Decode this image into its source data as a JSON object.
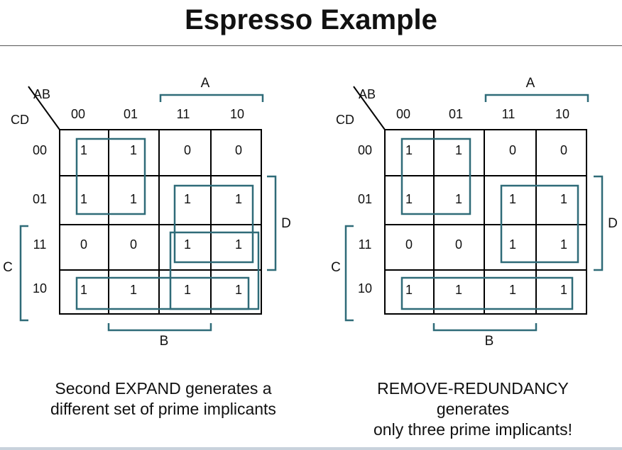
{
  "title": "Espresso Example",
  "colors": {
    "implicant": "#2f6b78",
    "grid": "#000000"
  },
  "maps": [
    {
      "var_row_header": "AB",
      "var_col_header": "CD",
      "col_labels": [
        "00",
        "01",
        "11",
        "10"
      ],
      "row_labels": [
        "00",
        "01",
        "11",
        "10"
      ],
      "bracket_A": "A",
      "bracket_B": "B",
      "bracket_C": "C",
      "bracket_D": "D",
      "cells": [
        [
          "1",
          "1",
          "0",
          "0"
        ],
        [
          "1",
          "1",
          "1",
          "1"
        ],
        [
          "0",
          "0",
          "1",
          "1"
        ],
        [
          "1",
          "1",
          "1",
          "1"
        ]
      ],
      "caption_lines": [
        "Second EXPAND generates a",
        "different set of prime implicants"
      ]
    },
    {
      "var_row_header": "AB",
      "var_col_header": "CD",
      "col_labels": [
        "00",
        "01",
        "11",
        "10"
      ],
      "row_labels": [
        "00",
        "01",
        "11",
        "10"
      ],
      "bracket_A": "A",
      "bracket_B": "B",
      "bracket_C": "C",
      "bracket_D": "D",
      "cells": [
        [
          "1",
          "1",
          "0",
          "0"
        ],
        [
          "1",
          "1",
          "1",
          "1"
        ],
        [
          "0",
          "0",
          "1",
          "1"
        ],
        [
          "1",
          "1",
          "1",
          "1"
        ]
      ],
      "caption_lines": [
        "REMOVE-REDUNDANCY",
        "generates",
        "only three prime implicants!"
      ]
    }
  ]
}
